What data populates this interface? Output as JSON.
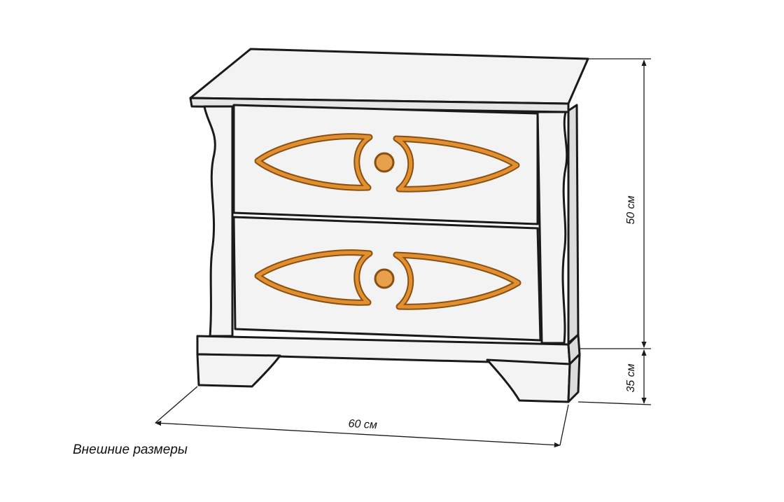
{
  "dimensions": {
    "height_upper": "50 см",
    "height_lower": "35 см",
    "width": "60 см"
  },
  "caption": "Внешние размеры",
  "colors": {
    "line": "#1a1a1a",
    "body": "#f2f2f2",
    "ornament": "#d9862a",
    "ornament_dark": "#8a4f12"
  }
}
